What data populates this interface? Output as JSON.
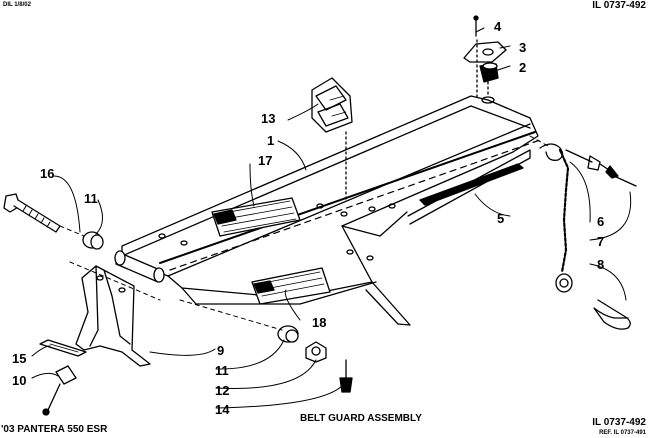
{
  "header": {
    "date_code": "DIL 1/8/02",
    "illustration_id": "IL 0737-492"
  },
  "footer": {
    "model": "'03 PANTERA 550 ESR",
    "caption": "BELT GUARD ASSEMBLY",
    "illustration_id": "IL 0737-492",
    "reference": "REF. IL 0737-491"
  },
  "callouts": [
    {
      "id": "c1",
      "text": "1"
    },
    {
      "id": "c2",
      "text": "2"
    },
    {
      "id": "c3",
      "text": "3"
    },
    {
      "id": "c4",
      "text": "4"
    },
    {
      "id": "c5",
      "text": "5"
    },
    {
      "id": "c6",
      "text": "6"
    },
    {
      "id": "c7",
      "text": "7"
    },
    {
      "id": "c8",
      "text": "8"
    },
    {
      "id": "c9",
      "text": "9"
    },
    {
      "id": "c10",
      "text": "10"
    },
    {
      "id": "c11a",
      "text": "11"
    },
    {
      "id": "c11b",
      "text": "11"
    },
    {
      "id": "c12",
      "text": "12"
    },
    {
      "id": "c13",
      "text": "13"
    },
    {
      "id": "c14",
      "text": "14"
    },
    {
      "id": "c15",
      "text": "15"
    },
    {
      "id": "c16",
      "text": "16"
    },
    {
      "id": "c17",
      "text": "17"
    },
    {
      "id": "c18",
      "text": "18"
    }
  ]
}
